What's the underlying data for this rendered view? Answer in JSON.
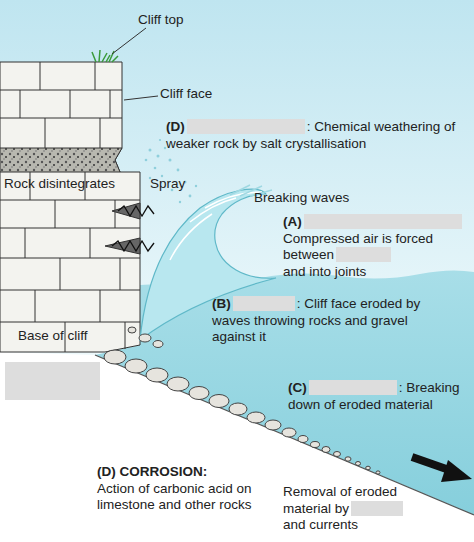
{
  "diagram": {
    "labels": [
      "Cliff top",
      "Cliff face",
      "(D)",
      ": Chemical weathering of weaker rock by salt crystallisation",
      "Rock disintegrates",
      "Spray",
      "Breaking waves",
      "(A)",
      "Compressed air is forced between",
      "and into joints",
      "(B)",
      ": Cliff face eroded by waves throwing rocks and gravel against it",
      "Base of cliff",
      "(C)",
      ": Breaking down of eroded material",
      "(D) CORROSION:",
      "Action of carbonic acid on limestone and other rocks",
      "Removal of eroded material by",
      "and currents"
    ]
  }
}
